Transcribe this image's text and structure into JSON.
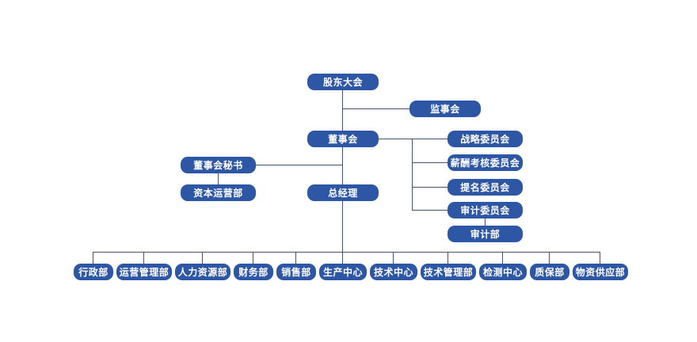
{
  "colors": {
    "node_background": "#2d56a5",
    "node_text": "#ffffff",
    "connector": "#44546a",
    "page_background": "#ffffff"
  },
  "nodes": {
    "shareholders_meeting": "股东大会",
    "supervisory_board": "监事会",
    "board_of_directors": "董事会",
    "strategy_committee": "战略委员会",
    "remuneration_appraisal_committee": "薪酬考核委员会",
    "nomination_committee": "提名委员会",
    "audit_committee": "审计委员会",
    "audit_department": "审计部",
    "board_secretary": "董事会秘书",
    "capital_operations_department": "资本运营部",
    "general_manager": "总经理",
    "administration_department": "行政部",
    "operations_management_department": "运营管理部",
    "human_resources_department": "人力资源部",
    "finance_department": "财务部",
    "sales_department": "销售部",
    "production_center": "生产中心",
    "technology_center": "技术中心",
    "technology_management_department": "技术管理部",
    "testing_center": "检测中心",
    "quality_assurance_department": "质保部",
    "material_supply_department": "物资供应部"
  },
  "hierarchy": {
    "root": "shareholders_meeting",
    "shareholders_meeting_children": [
      "supervisory_board",
      "board_of_directors"
    ],
    "board_of_directors_children": [
      "strategy_committee",
      "remuneration_appraisal_committee",
      "nomination_committee",
      "audit_committee",
      "board_secretary",
      "general_manager"
    ],
    "audit_committee_children": [
      "audit_department"
    ],
    "board_secretary_children": [
      "capital_operations_department"
    ],
    "general_manager_children": [
      "administration_department",
      "operations_management_department",
      "human_resources_department",
      "finance_department",
      "sales_department",
      "production_center",
      "technology_center",
      "technology_management_department",
      "testing_center",
      "quality_assurance_department",
      "material_supply_department"
    ]
  }
}
